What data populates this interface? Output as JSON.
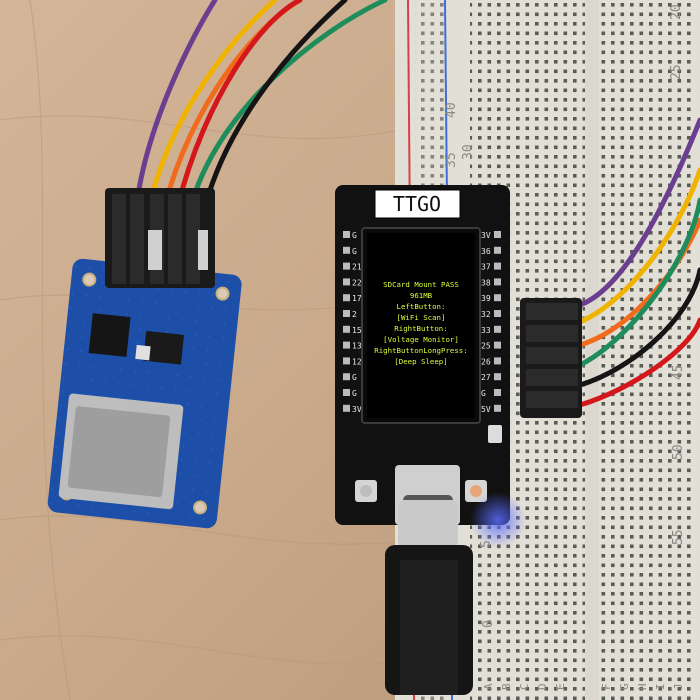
{
  "board": {
    "brand": "TTGO",
    "left_pins": [
      "G",
      "G",
      "21",
      "22",
      "17",
      "2",
      "15",
      "13",
      "12",
      "G",
      "G",
      "3V"
    ],
    "right_pins": [
      "3V",
      "36",
      "37",
      "38",
      "39",
      "32",
      "33",
      "25",
      "26",
      "27",
      "G",
      "5V"
    ]
  },
  "screen": {
    "lines": [
      "SDCard Mount PASS",
      "961MB",
      "LeftButton:",
      "[WiFi Scan]",
      "RightButton:",
      "[Voltage Monitor]",
      "RightButtonLongPress:",
      "[Deep Sleep]"
    ]
  },
  "breadboard": {
    "left_column_numbers": [
      "40",
      "35",
      "30",
      "5",
      "0"
    ],
    "right_column_numbers": [
      "20",
      "25",
      "45",
      "50",
      "55"
    ],
    "left_row_letters": [
      "A",
      "B",
      "C",
      "D",
      "E"
    ],
    "right_row_letters": [
      "F",
      "G",
      "H",
      "I",
      "J"
    ]
  },
  "colors": {
    "table": "#c9a98a",
    "board_pcb": "#111111",
    "screen_text": "#d8ff3a",
    "sd_module_pcb": "#1d4fa8",
    "breadboard": "#ece9e0",
    "wires": [
      "#6b3f8f",
      "#f0b400",
      "#f26b1d",
      "#d4171b",
      "#1f8d5b",
      "#151515"
    ]
  }
}
